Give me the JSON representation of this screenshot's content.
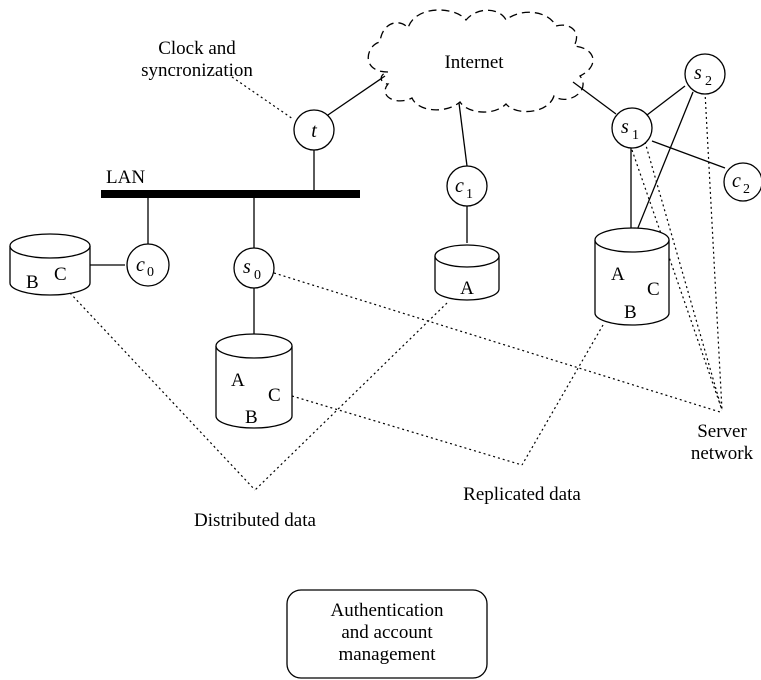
{
  "labels": {
    "clock_line1": "Clock and",
    "clock_line2": "syncronization",
    "internet": "Internet",
    "lan": "LAN",
    "server_line1": "Server",
    "server_line2": "network",
    "replicated": "Replicated data",
    "distributed": "Distributed data",
    "auth_line1": "Authentication",
    "auth_line2": "and account",
    "auth_line3": "management"
  },
  "nodes": {
    "t": {
      "main": "t",
      "sub": ""
    },
    "c0": {
      "main": "c",
      "sub": "0"
    },
    "c1": {
      "main": "c",
      "sub": "1"
    },
    "c2": {
      "main": "c",
      "sub": "2"
    },
    "s0": {
      "main": "s",
      "sub": "0"
    },
    "s1": {
      "main": "s",
      "sub": "1"
    },
    "s2": {
      "main": "s",
      "sub": "2"
    }
  },
  "databases": {
    "db_c0": [
      "B",
      "C"
    ],
    "db_c1": [
      "A"
    ],
    "db_s0": [
      "A",
      "C",
      "B"
    ],
    "db_s1": [
      "A",
      "C",
      "B"
    ]
  }
}
